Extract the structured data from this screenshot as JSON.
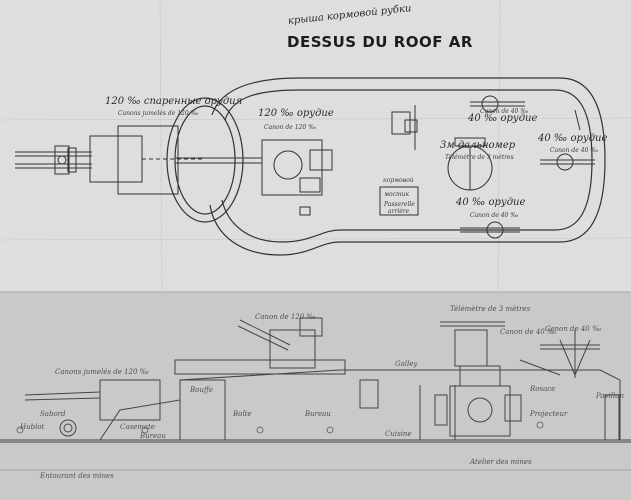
{
  "header": {
    "subtitle_ru": "крыша кормовой рубки",
    "title": "DESSUS DU ROOF AR"
  },
  "top_view": {
    "twin_120_ru": "120 ‰ спаренные орудия",
    "twin_120_fr": "Canons jumelés de 120 ‰",
    "gun_120_ru": "120 ‰ орудие",
    "gun_120_fr": "Canon de 120 ‰",
    "gun_40_top_ru": "40 ‰ орудие",
    "gun_40_top_fr": "Canon de 40 ‰",
    "gun_40_right_ru": "40 ‰ орудие",
    "gun_40_right_fr": "Canon de 40 ‰",
    "rangefinder_ru": "3м дальномер",
    "rangefinder_fr": "Télémètre de 3 mètres",
    "gun_40_bottom_ru": "40 ‰ орудие",
    "gun_40_bottom_fr": "Canon de 40 ‰",
    "kiosk_ru_1": "кормовой",
    "kiosk_ru_2": "мостик",
    "kiosk_fr": "Passerelle",
    "kiosk_fr_2": "arrière"
  },
  "side_view": {
    "gun_120": "Canon de 120 ‰",
    "rangefinder": "Télémètre de 3 mètres",
    "gun_40_a": "Canon de 40 ‰",
    "gun_40_b": "Canon de 40 ‰",
    "twin_120": "Canons jumelés de 120 ‰",
    "bollard": "Bouffe",
    "sabord": "Sabord",
    "boite": "Boîte",
    "hublot": "Hublot",
    "bureau": "Bureau",
    "galley": "Galley",
    "entrance_mines": "Entourant des mines",
    "atelier_mines": "Atelier des mines",
    "casemate": "Casemate",
    "cuisine": "Cuisine",
    "projecteur": "Projecteur",
    "pavillon": "Pavillon",
    "bureau2": "Bureau",
    "rosace": "Rosace"
  }
}
